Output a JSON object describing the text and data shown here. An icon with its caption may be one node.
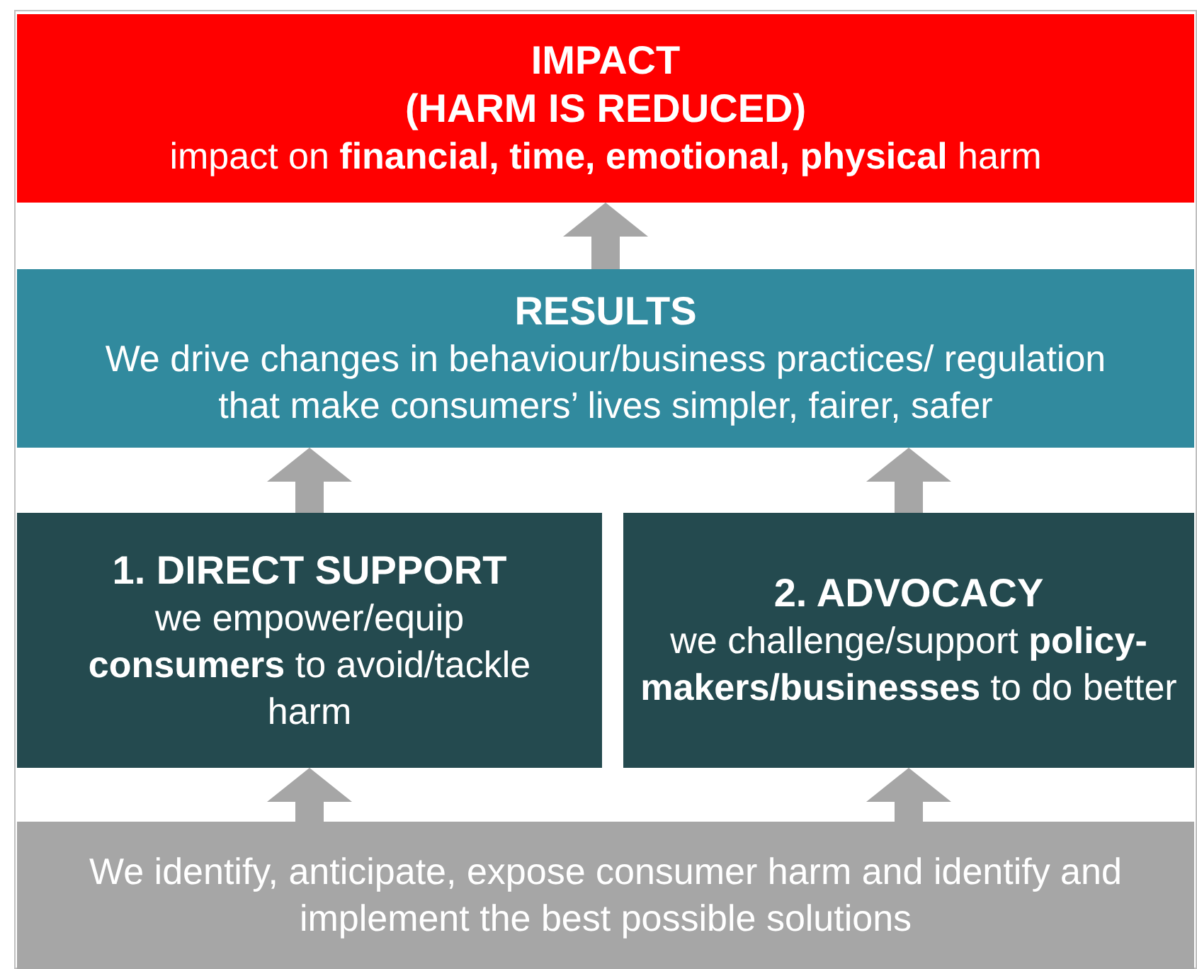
{
  "diagram": {
    "nodes": [
      {
        "text": [
          "IMPACT",
          "(HARM IS REDUCED)",
          "impact on **financial, time, emotional, physical** harm"
        ]
      },
      {
        "text": [
          "RESULTS",
          "We drive changes in behaviour/business practices/ regulation that make consumers’ lives simpler, fairer, safer"
        ]
      },
      {
        "text": [
          "1. DIRECT SUPPORT",
          "we empower/equip **consumers** to avoid/tackle harm"
        ]
      },
      {
        "text": [
          "2. ADVOCACY",
          "we challenge/support **policy-makers/businesses** to do better"
        ]
      },
      {
        "text": [
          "We identify, anticipate, expose consumer harm and identify and implement the best possible solutions"
        ]
      }
    ],
    "edges": [
      {
        "from": 4,
        "to": 2,
        "arrow": "to"
      },
      {
        "from": 4,
        "to": 3,
        "arrow": "to"
      },
      {
        "from": 2,
        "to": 1,
        "arrow": "to"
      },
      {
        "from": 3,
        "to": 1,
        "arrow": "to"
      },
      {
        "from": 1,
        "to": 0,
        "arrow": "to"
      }
    ]
  }
}
